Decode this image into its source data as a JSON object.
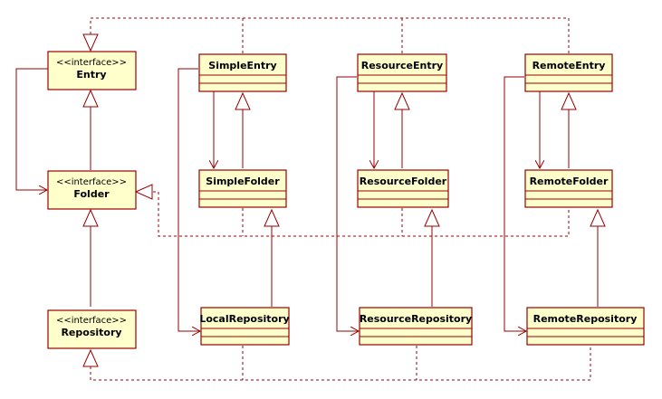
{
  "stereotype_interface": "<<interface>>",
  "classes": {
    "entry": "Entry",
    "folder": "Folder",
    "repository": "Repository",
    "simple_entry": "SimpleEntry",
    "resource_entry": "ResourceEntry",
    "remote_entry": "RemoteEntry",
    "simple_folder": "SimpleFolder",
    "resource_folder": "ResourceFolder",
    "remote_folder": "RemoteFolder",
    "local_repository": "LocalRepository",
    "resource_repository": "ResourceRepository",
    "remote_repository": "RemoteRepository"
  },
  "colors": {
    "class_fill": "#ffffcc",
    "class_border": "#990000",
    "edge": "#990000"
  }
}
